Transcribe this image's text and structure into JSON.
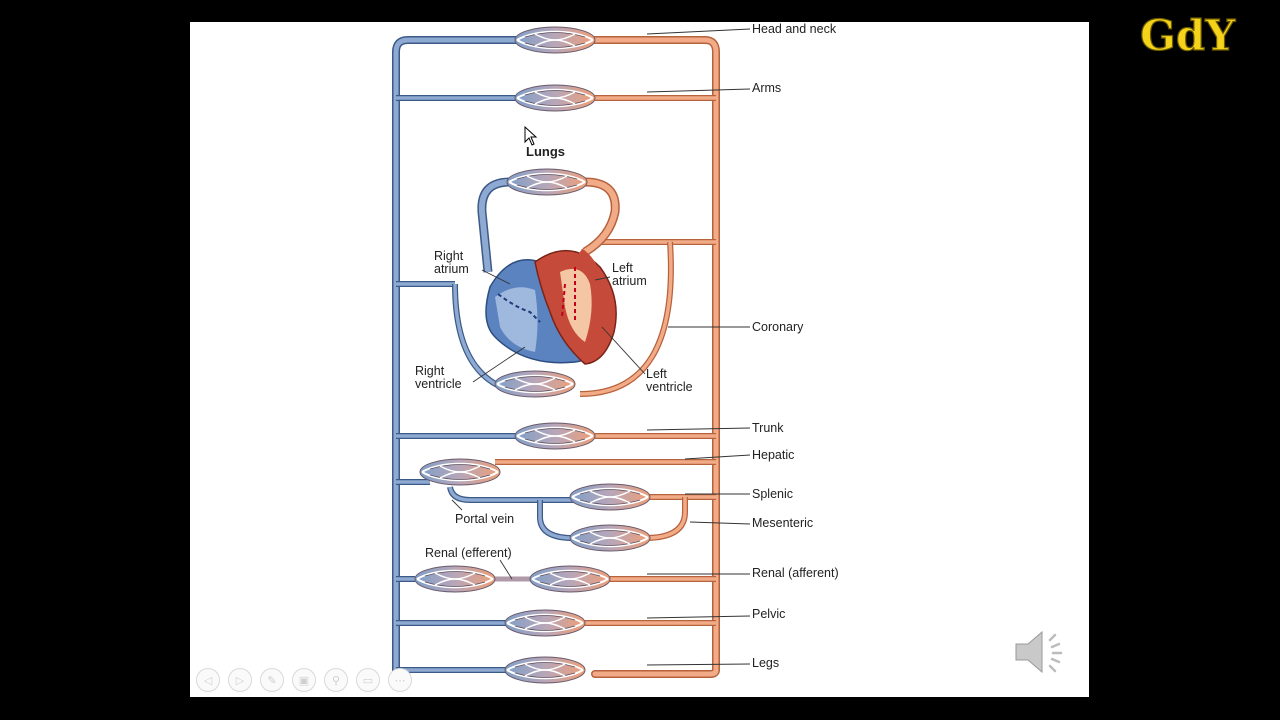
{
  "logo": {
    "text": "GdY"
  },
  "diagram": {
    "lungs_label": "Lungs",
    "right_atrium": [
      "Right",
      "atrium"
    ],
    "left_atrium": [
      "Left",
      "atrium"
    ],
    "right_ventricle": [
      "Right",
      "ventricle"
    ],
    "left_ventricle": [
      "Left",
      "ventricle"
    ],
    "portal_vein": "Portal vein",
    "renal_efferent": "Renal (efferent)",
    "organs": [
      "Head and neck",
      "Arms",
      "Coronary",
      "Trunk",
      "Hepatic",
      "Splenic",
      "Mesenteric",
      "Renal (afferent)",
      "Pelvic",
      "Legs"
    ]
  },
  "colors": {
    "vein": "#7f9fc8",
    "artery": "#ee9f78",
    "heart_red": "#c64a3a",
    "heart_blue": "#5a83c0"
  },
  "toolbar": {
    "buttons": [
      {
        "icon": "prev-icon",
        "glyph": "◁"
      },
      {
        "icon": "next-icon",
        "glyph": "▷"
      },
      {
        "icon": "pen-icon",
        "glyph": "✎"
      },
      {
        "icon": "slides-icon",
        "glyph": "▣"
      },
      {
        "icon": "zoom-icon",
        "glyph": "⚲"
      },
      {
        "icon": "subtitle-icon",
        "glyph": "▭"
      },
      {
        "icon": "more-icon",
        "glyph": "⋯"
      }
    ]
  }
}
